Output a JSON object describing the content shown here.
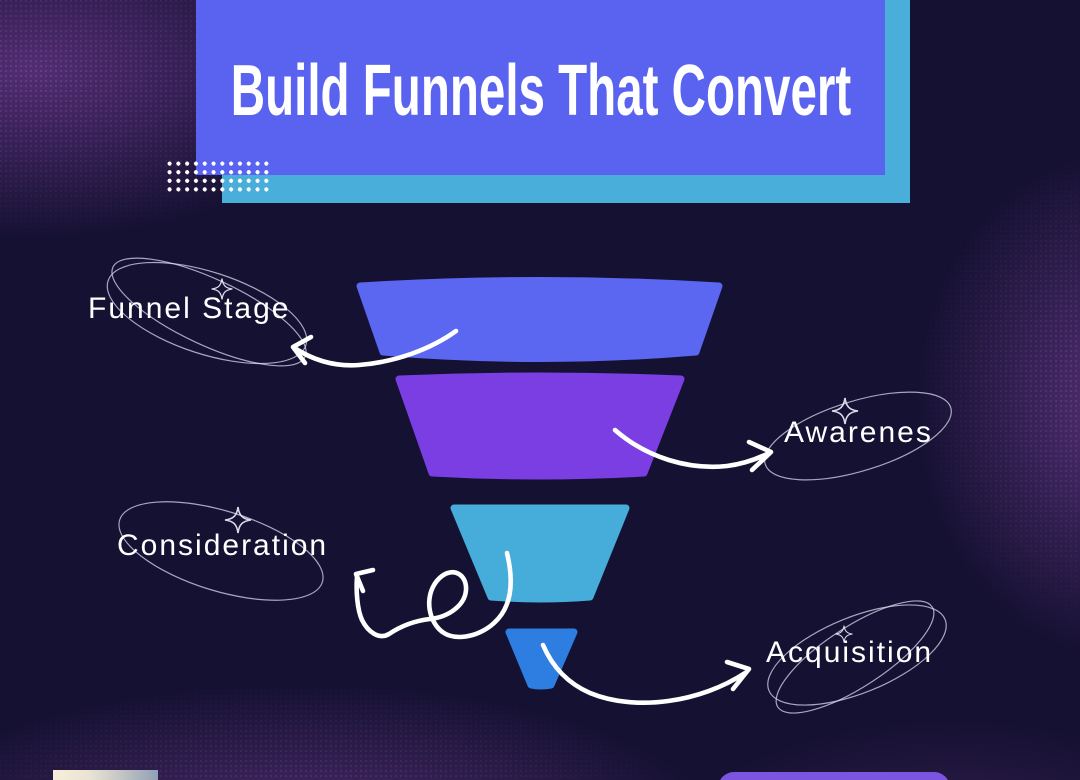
{
  "poster": {
    "title": "Build Funnels That Convert"
  },
  "funnel": {
    "segments": [
      {
        "label": "Funnel Stage",
        "color": "#5b66f1"
      },
      {
        "label": "Awarenes",
        "color": "#7a3ee2"
      },
      {
        "label": "Consideration",
        "color": "#46acd9"
      },
      {
        "label": "Acquisition",
        "color": "#2e7de1"
      }
    ]
  },
  "colors": {
    "background": "#151132",
    "background_glow": "#562e76",
    "banner": "#5a63f0",
    "banner_shadow": "#4aaedb",
    "text": "#ffffff",
    "arrows": "#ffffff",
    "decor_lines": "#e2e0f6",
    "bottom_pill": "#7b55e0",
    "bottom_chip_gradient_start": "#f8eed9",
    "bottom_chip_gradient_end": "#8fa0b5"
  }
}
